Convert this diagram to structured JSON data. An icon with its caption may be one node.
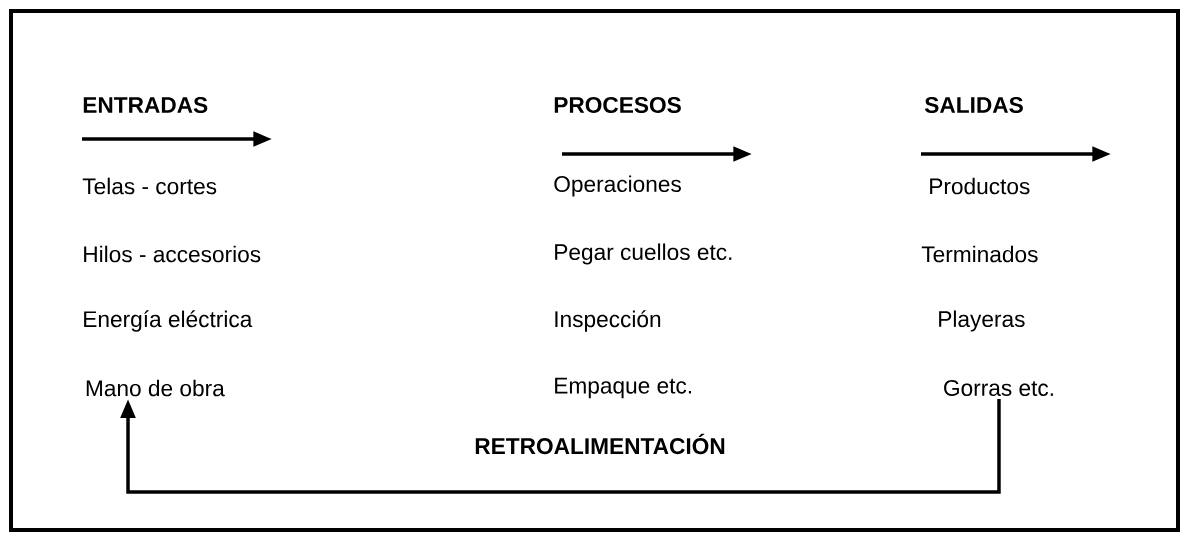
{
  "diagram": {
    "nodes": [
      {
        "text": [
          "Mano de obra"
        ]
      },
      {
        "text": [
          "Gorras etc."
        ]
      }
    ],
    "edges": [
      {
        "from": 1,
        "to": 0,
        "arrow": "to",
        "label": "RETROALIMENTACIÓN"
      }
    ],
    "labels": [
      "ENTRADAS",
      "PROCESOS",
      "SALIDAS",
      "Telas - cortes",
      "Operaciones",
      "Productos",
      "Hilos - accesorios",
      "Pegar cuellos etc.",
      "Terminados",
      "Energía eléctrica",
      "Inspección",
      "Playeras",
      "Empaque etc."
    ]
  }
}
